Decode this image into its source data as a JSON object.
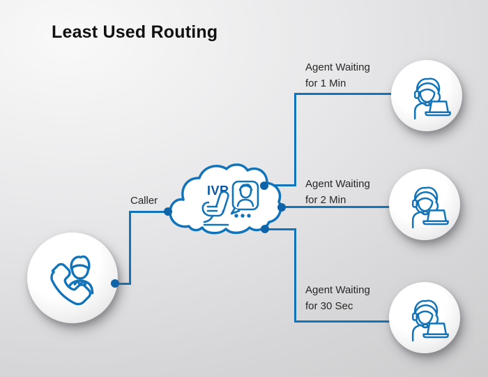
{
  "title": "Least Used Routing",
  "colors": {
    "line_blue": "#1173b9",
    "dot_blue": "#0e63a9",
    "icon_blue": "#1173b9",
    "ivr_text_blue": "#0a57a3",
    "title_text": "#101010",
    "label_text": "#262626"
  },
  "caller": {
    "label": "Caller",
    "icon": "person-with-phone-icon"
  },
  "ivr": {
    "label": "IVR",
    "icon": "operator-with-speech-bubble-icon"
  },
  "agents": [
    {
      "line1": "Agent Waiting",
      "line2": "for 1 Min",
      "icon": "agent-headset-laptop-icon"
    },
    {
      "line1": "Agent Waiting",
      "line2": "for 2 Min",
      "icon": "agent-headset-laptop-icon"
    },
    {
      "line1": "Agent Waiting",
      "line2": "for 30 Sec",
      "icon": "agent-headset-laptop-icon"
    }
  ]
}
